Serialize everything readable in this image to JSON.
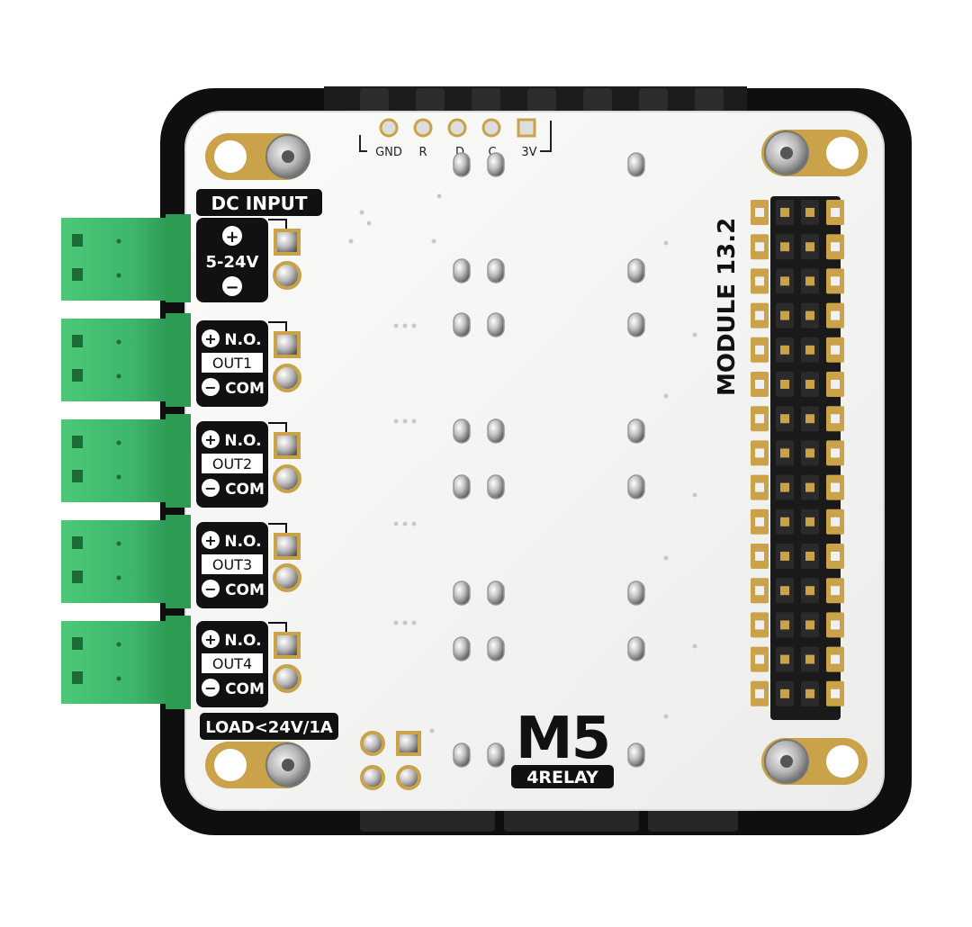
{
  "board": {
    "top_pins": [
      "GND",
      "R",
      "D",
      "C",
      "3V"
    ],
    "dc_input": {
      "title": "DC INPUT",
      "voltage": "5-24V",
      "plus": "+",
      "minus": "−"
    },
    "outputs": [
      {
        "no": "N.O.",
        "name": "OUT1",
        "com": "COM",
        "plus": "+",
        "minus": "−"
      },
      {
        "no": "N.O.",
        "name": "OUT2",
        "com": "COM",
        "plus": "+",
        "minus": "−"
      },
      {
        "no": "N.O.",
        "name": "OUT3",
        "com": "COM",
        "plus": "+",
        "minus": "−"
      },
      {
        "no": "N.O.",
        "name": "OUT4",
        "com": "COM",
        "plus": "+",
        "minus": "−"
      }
    ],
    "load_rating": "LOAD<24V/1A",
    "logo": "M5",
    "product": "4RELAY",
    "module_version": "MODULE 13.2"
  },
  "colors": {
    "pcb": "#f4f4f2",
    "enclosure": "#111111",
    "terminal": "#3fbf6b",
    "terminal_dark": "#2e9a52",
    "pad": "#c9a24a",
    "silk": "#1a1a1a"
  }
}
